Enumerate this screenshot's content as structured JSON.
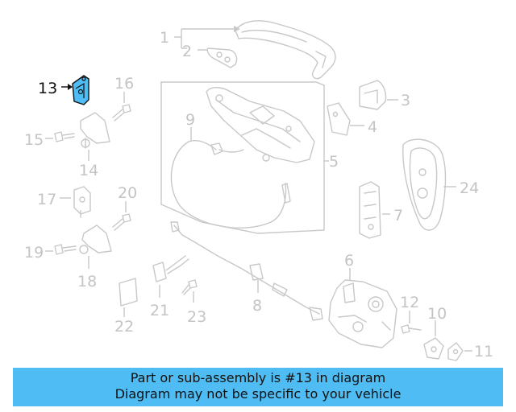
{
  "diagram": {
    "highlighted_part": "13",
    "highlight_color": "#4fbdf3",
    "part_color": "#c8c8c8",
    "callouts": [
      {
        "id": "c1",
        "label": "1"
      },
      {
        "id": "c2",
        "label": "2"
      },
      {
        "id": "c3",
        "label": "3"
      },
      {
        "id": "c4",
        "label": "4"
      },
      {
        "id": "c5",
        "label": "5"
      },
      {
        "id": "c6",
        "label": "6"
      },
      {
        "id": "c7",
        "label": "7"
      },
      {
        "id": "c8",
        "label": "8"
      },
      {
        "id": "c9",
        "label": "9"
      },
      {
        "id": "c10",
        "label": "10"
      },
      {
        "id": "c11",
        "label": "11"
      },
      {
        "id": "c12",
        "label": "12"
      },
      {
        "id": "c13",
        "label": "13"
      },
      {
        "id": "c14",
        "label": "14"
      },
      {
        "id": "c15",
        "label": "15"
      },
      {
        "id": "c16",
        "label": "16"
      },
      {
        "id": "c17",
        "label": "17"
      },
      {
        "id": "c18",
        "label": "18"
      },
      {
        "id": "c19",
        "label": "19"
      },
      {
        "id": "c20",
        "label": "20"
      },
      {
        "id": "c21",
        "label": "21"
      },
      {
        "id": "c22",
        "label": "22"
      },
      {
        "id": "c23",
        "label": "23"
      },
      {
        "id": "c24",
        "label": "24"
      }
    ]
  },
  "banner": {
    "line1": "Part or sub-assembly is #13 in diagram",
    "line2": "Diagram may not be specific to your vehicle",
    "background": "#4fbdf3"
  }
}
